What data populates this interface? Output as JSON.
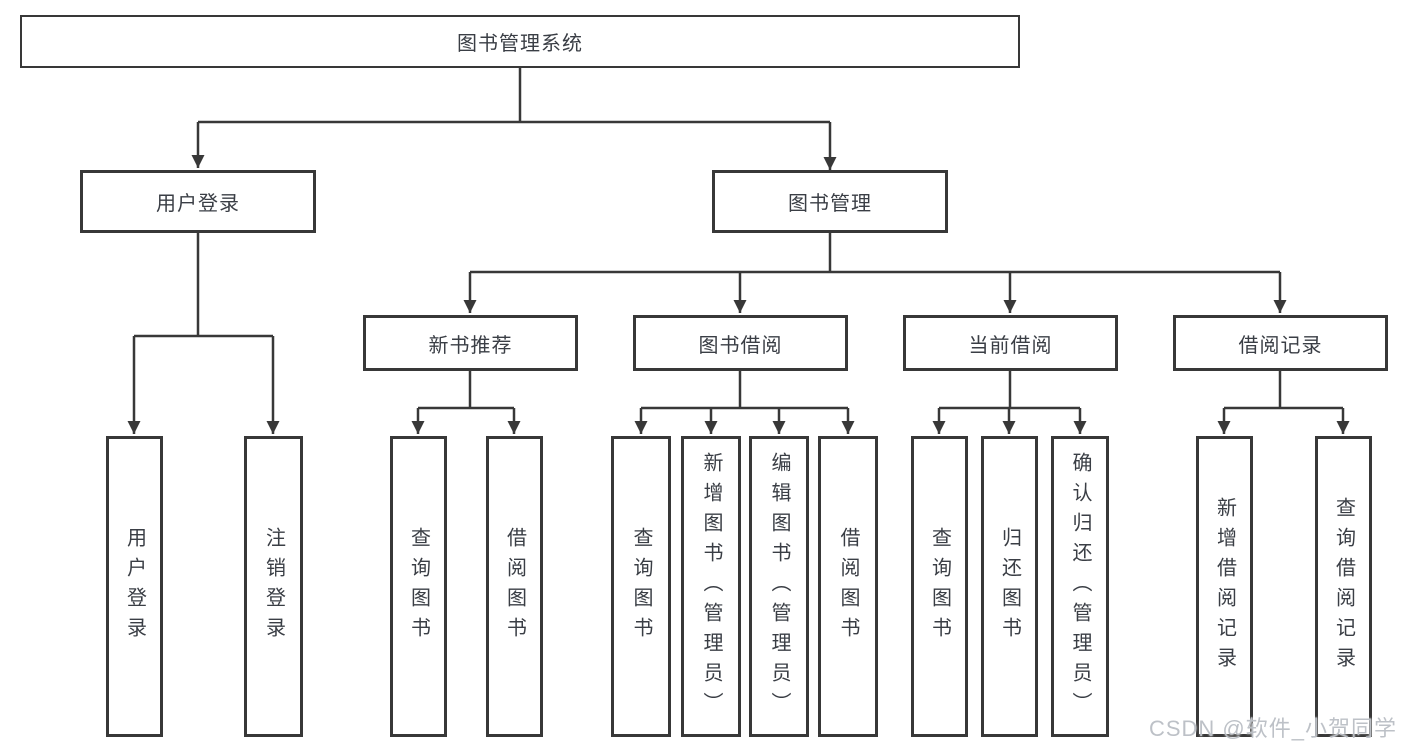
{
  "tree": {
    "root": {
      "label": "图书管理系统"
    },
    "branches": [
      {
        "label": "用户登录",
        "children": [
          {
            "label": "用户登录"
          },
          {
            "label": "注销登录"
          }
        ]
      },
      {
        "label": "图书管理",
        "groups": [
          {
            "label": "新书推荐",
            "children": [
              {
                "label": "查询图书"
              },
              {
                "label": "借阅图书"
              }
            ]
          },
          {
            "label": "图书借阅",
            "children": [
              {
                "label": "查询图书"
              },
              {
                "label": "新增图书（管理员）"
              },
              {
                "label": "编辑图书（管理员）"
              },
              {
                "label": "借阅图书"
              }
            ]
          },
          {
            "label": "当前借阅",
            "children": [
              {
                "label": "查询图书"
              },
              {
                "label": "归还图书"
              },
              {
                "label": "确认归还（管理员）"
              }
            ]
          },
          {
            "label": "借阅记录",
            "children": [
              {
                "label": "新增借阅记录"
              },
              {
                "label": "查询借阅记录"
              }
            ]
          }
        ]
      }
    ]
  },
  "watermark": {
    "text": "CSDN @软件_小贺同学"
  },
  "colors": {
    "line": "#383838",
    "box_border": "#383838",
    "box_background": "#ffffff",
    "text": "#3a3e45",
    "watermark": "#b9bec4"
  }
}
